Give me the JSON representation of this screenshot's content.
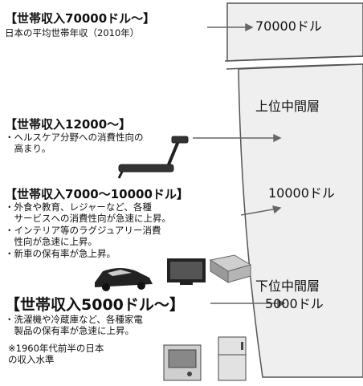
{
  "tiers": [
    {
      "heading": "【世帯収入70000ドル～】",
      "lines": [
        "日本の平均世帯年収（2010年）"
      ]
    },
    {
      "heading": "【世帯収入12000～】",
      "lines": [
        "・ヘルスケア分野への消費性向の",
        "　高まり。"
      ]
    },
    {
      "heading": "【世帯収入7000～10000ドル】",
      "lines": [
        "・外食や教育、レジャーなど、各種",
        "　サービスへの消費性向が急速に上昇。",
        "・インテリア等のラグジュアリー消費",
        "　性向が急速に上昇。",
        "・新車の保有率が急上昇。"
      ]
    },
    {
      "heading": "【世帯収入5000ドル～】",
      "lines": [
        "・洗濯機や冷蔵庫など、各種家電",
        "　製品の保有率が急速に上昇。",
        "※1960年代前半の日本",
        "の収入水準"
      ]
    }
  ],
  "column": {
    "top_value": "70000ドル",
    "upper_middle": "上位中間層",
    "mid_value": "10000ドル",
    "lower_middle": "下位中間層",
    "bottom_value": "5000ドル"
  }
}
